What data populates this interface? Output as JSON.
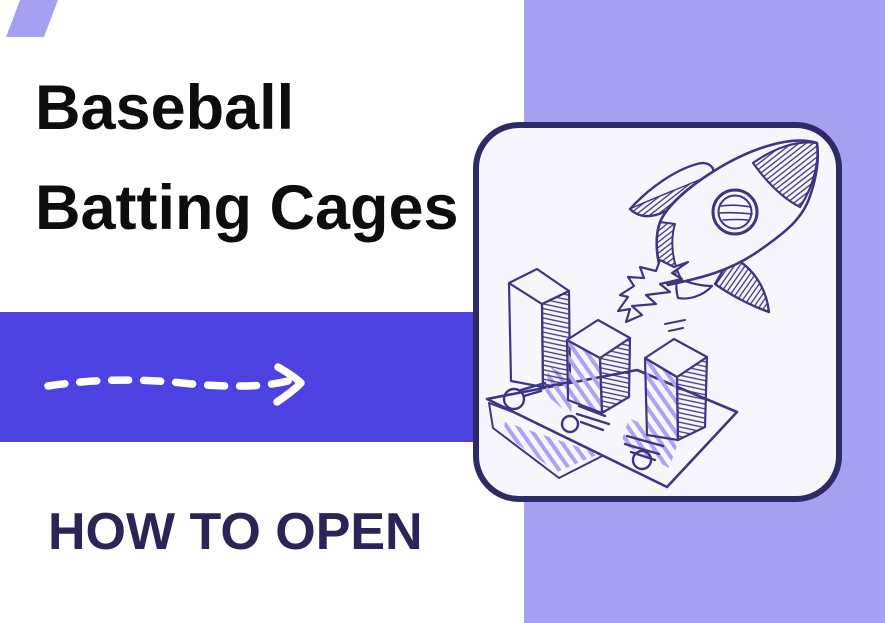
{
  "hero": {
    "title_line1": "Baseball",
    "title_line2": "Batting Cages",
    "subtitle": "HOW TO OPEN"
  },
  "colors": {
    "background": "#ffffff",
    "panel_lavender": "#a5a0f0",
    "band_indigo": "#4b42e1",
    "card_background": "#f7f6fc",
    "card_border_navy": "#2d2a68",
    "illustration_ink": "#3c3782",
    "illustration_hatch_purple": "#aaa4f4",
    "title_text": "#0d0d0e",
    "subtitle_text": "#2b2456",
    "arrow_white": "#ffffff"
  },
  "icons": {
    "arrow": "dashed-right-arrow-icon",
    "illustration": "rocket-bar-chart-illustration",
    "corner": "corner-parallelogram-decoration"
  }
}
